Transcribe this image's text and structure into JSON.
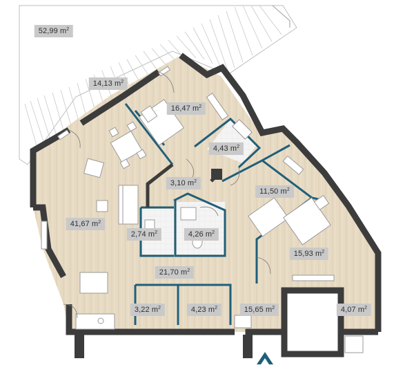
{
  "colors": {
    "wall": "#3c3c3c",
    "glazing": "#1f5f7a",
    "floor": "#e6d9c2",
    "terrace": "#ffffff",
    "tile": "#f2f2f2",
    "badge": "#c9c9c9",
    "north_marker": "#1f5f7a"
  },
  "rooms": [
    {
      "id": "terrace",
      "area": "52,99 m",
      "sup": "2"
    },
    {
      "id": "balcony",
      "area": "14,13 m",
      "sup": "2"
    },
    {
      "id": "bedroom-1",
      "area": "16,47 m",
      "sup": "2"
    },
    {
      "id": "bathroom-1",
      "area": "4,43 m",
      "sup": "2"
    },
    {
      "id": "hall-1",
      "area": "3,10 m",
      "sup": "2"
    },
    {
      "id": "bedroom-2",
      "area": "11,50 m",
      "sup": "2"
    },
    {
      "id": "living-room",
      "area": "41,67 m",
      "sup": "2"
    },
    {
      "id": "wc-1",
      "area": "2,74 m",
      "sup": "2"
    },
    {
      "id": "bathroom-2",
      "area": "4,26 m",
      "sup": "2"
    },
    {
      "id": "bedroom-3",
      "area": "15,93 m",
      "sup": "2"
    },
    {
      "id": "corridor",
      "area": "21,70 m",
      "sup": "2"
    },
    {
      "id": "storage-1",
      "area": "3,22 m",
      "sup": "2"
    },
    {
      "id": "storage-2",
      "area": "4,23 m",
      "sup": "2"
    },
    {
      "id": "entrance-hall",
      "area": "15,65 m",
      "sup": "2"
    },
    {
      "id": "wardrobe",
      "area": "4,07 m",
      "sup": "2"
    }
  ],
  "icons": {
    "north": "north-arrow-icon"
  }
}
